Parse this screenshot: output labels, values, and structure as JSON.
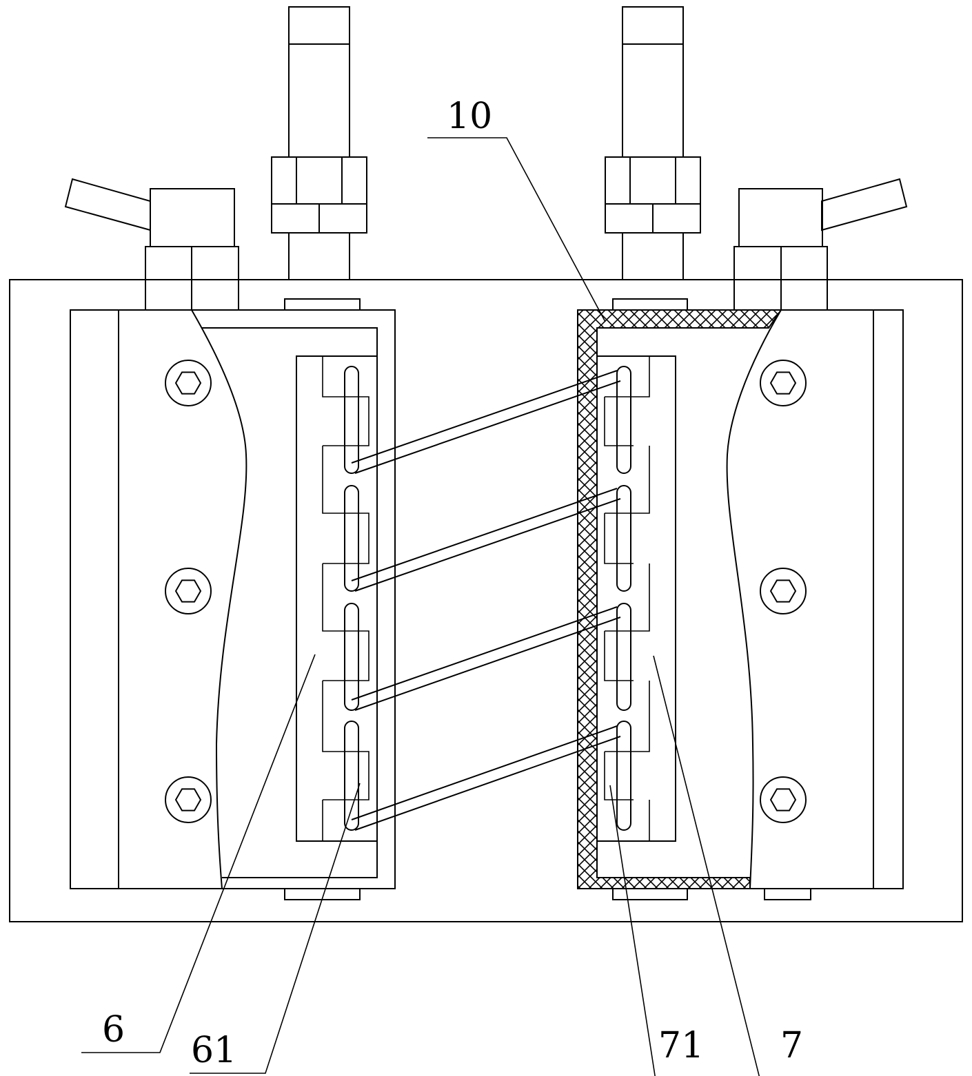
{
  "labels": {
    "part_10": "10",
    "part_6": "6",
    "part_61": "61",
    "part_71": "71",
    "part_7": "7"
  },
  "colors": {
    "line": "#000000",
    "background": "#ffffff"
  }
}
